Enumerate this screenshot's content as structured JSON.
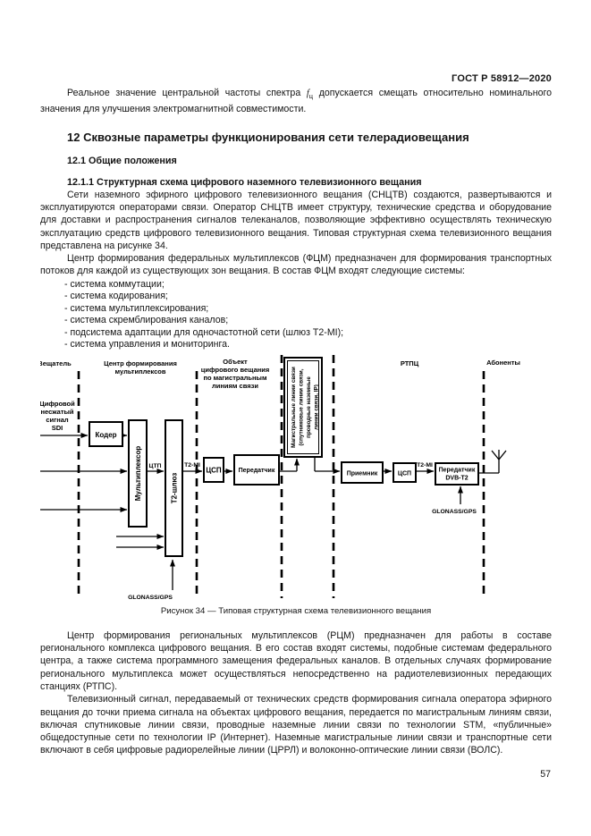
{
  "header": {
    "doc_code": "ГОСТ Р 58912—2020"
  },
  "intro": {
    "before_symbol": "Реальное значение центральной частоты спектра",
    "symbol": "f",
    "symbol_sub": "ц",
    "after_symbol": "допускается смещать относительно номинального значения для улучшения электромагнитной совместимости."
  },
  "section12": {
    "title": "12 Сквозные параметры функционирования сети телерадиовещания",
    "sub_title": "12.1 Общие положения",
    "sub_sub_title": "12.1.1 Структурная схема цифрового наземного телевизионного вещания",
    "para1": "Сети наземного эфирного цифрового телевизионного вещания (СНЦТВ) создаются, развертываются и эксплуатируются операторами связи. Оператор СНЦТВ имеет структуру, технические средства и оборудование для доставки и распространения сигналов телеканалов, позволяющие эффективно осуществлять техническую эксплуатацию средств цифрового телевизионного вещания. Типовая структурная схема телевизионного вещания представлена на рисунке 34.",
    "para2": "Центр формирования федеральных мультиплексов (ФЦМ) предназначен для формирования транспортных потоков для каждой из существующих зон вещания. В состав ФЦМ входят следующие системы:",
    "list": [
      "- система коммутации;",
      "- система кодирования;",
      "- система мультиплексирования;",
      "- система скремблирования каналов;",
      "- подсистема адаптации для одночастотной сети (шлюз Т2-MI);",
      "- система управления и мониторинга."
    ]
  },
  "figure": {
    "caption": "Рисунок 34 — Типовая структурная схема телевизионного вещания",
    "lanes": {
      "broadcaster": "Вещатель",
      "mux_center_line1": "Центр формирования",
      "mux_center_line2": "мультиплексов",
      "object_line1": "Объект",
      "object_line2": "цифрового вещания",
      "object_line3": "по магистральным",
      "object_line4": "линиям связи",
      "rtpc": "РТПЦ",
      "subscribers": "Абоненты"
    },
    "blocks": {
      "coder": "Кодер",
      "multiplexer": "Мультиплексор",
      "t2_gateway": "Т2-шлюз",
      "dts1": "ЦСП",
      "transmitter": "Передатчик",
      "trunk_line1": "Магистральные линии связи",
      "trunk_line2": "(спутниковые линии связи,",
      "trunk_line3": "проводные наземные",
      "trunk_line4": "линии связи, IP)",
      "receiver": "Приемник",
      "dts2": "ЦСП",
      "dvbt2_line1": "Передатчик",
      "dvbt2_line2": "DVB-T2"
    },
    "signals": {
      "sdi_line1": "Цифровой",
      "sdi_line2": "несжатый",
      "sdi_line3": "сигнал",
      "sdi_line4": "SDI",
      "ctp": "ЦТП",
      "t2mi_left": "Т2-MI",
      "t2mi_right": "Т2-MI",
      "glonass_left": "GLONASS/GPS",
      "glonass_right": "GLONASS/GPS"
    }
  },
  "after_figure": {
    "para1": "Центр формирования региональных мультиплексов (РЦМ) предназначен для работы в составе регионального комплекса цифрового вещания. В его состав входят системы, подобные системам федерального центра, а также система программного замещения федеральных каналов. В отдельных случаях формирование регионального мультиплекса может осуществляться непосредственно на радиотелевизионных передающих станциях (РТПС).",
    "para2": "Телевизионный сигнал, передаваемый от технических средств формирования сигнала оператора эфирного вещания до точки приема сигнала на объектах цифрового вещания, передается по магистральным линиям связи, включая спутниковые линии связи, проводные наземные линии связи по технологии STM, «публичные» общедоступные сети по технологии IP (Интернет). Наземные магистральные линии связи и транспортные сети включают в себя цифровые радиорелейные линии (ЦРРЛ) и волоконно-оптические линии связи (ВОЛС)."
  },
  "footer": {
    "page_number": "57"
  }
}
